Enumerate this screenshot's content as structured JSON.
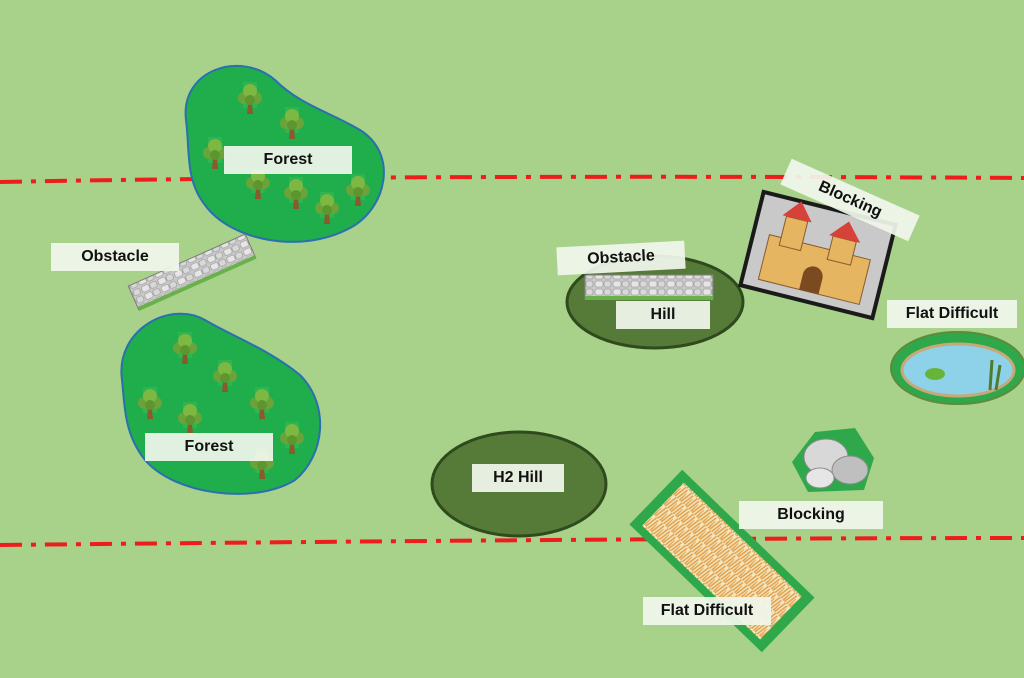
{
  "board": {
    "background": "#a8d18a",
    "deployment_line_color": "#ee1c1c"
  },
  "terrain": {
    "forest_top": {
      "label": "Forest",
      "fill": "#1fae4b",
      "border": "#2a6fb0"
    },
    "forest_bottom": {
      "label": "Forest",
      "fill": "#1fae4b",
      "border": "#2a6fb0"
    },
    "obstacle_wall": {
      "label": "Obstacle"
    },
    "obstacle_hill": {
      "label": "Obstacle",
      "hill_label": "Hill",
      "hill_fill": "#567a38"
    },
    "h2_hill": {
      "label": "H2 Hill",
      "fill": "#567a38"
    },
    "blocking_castle": {
      "label": "Blocking"
    },
    "flat_difficult_pond": {
      "label": "Flat Difficult",
      "water": "#8ed2ea"
    },
    "blocking_rocks": {
      "label": "Blocking"
    },
    "flat_difficult_field": {
      "label": "Flat Difficult",
      "crop": "#e8b05a"
    }
  }
}
